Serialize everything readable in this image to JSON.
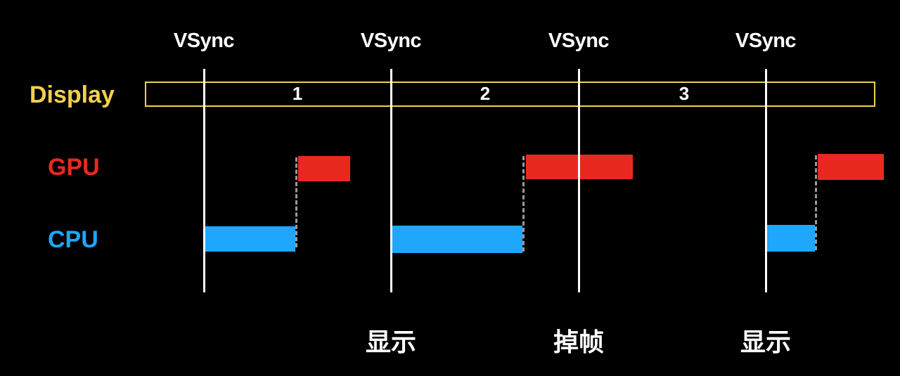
{
  "vsync": {
    "label": "VSync"
  },
  "rows": {
    "display": {
      "label": "Display",
      "color": "#f2d04d"
    },
    "gpu": {
      "label": "GPU",
      "color": "#e9291f"
    },
    "cpu": {
      "label": "CPU",
      "color": "#1ea7fd"
    }
  },
  "frames": [
    "1",
    "2",
    "3"
  ],
  "status": [
    "显示",
    "掉帧",
    "显示"
  ],
  "colors": {
    "background": "#000000",
    "dashed_connector": "#9a9a9a"
  }
}
